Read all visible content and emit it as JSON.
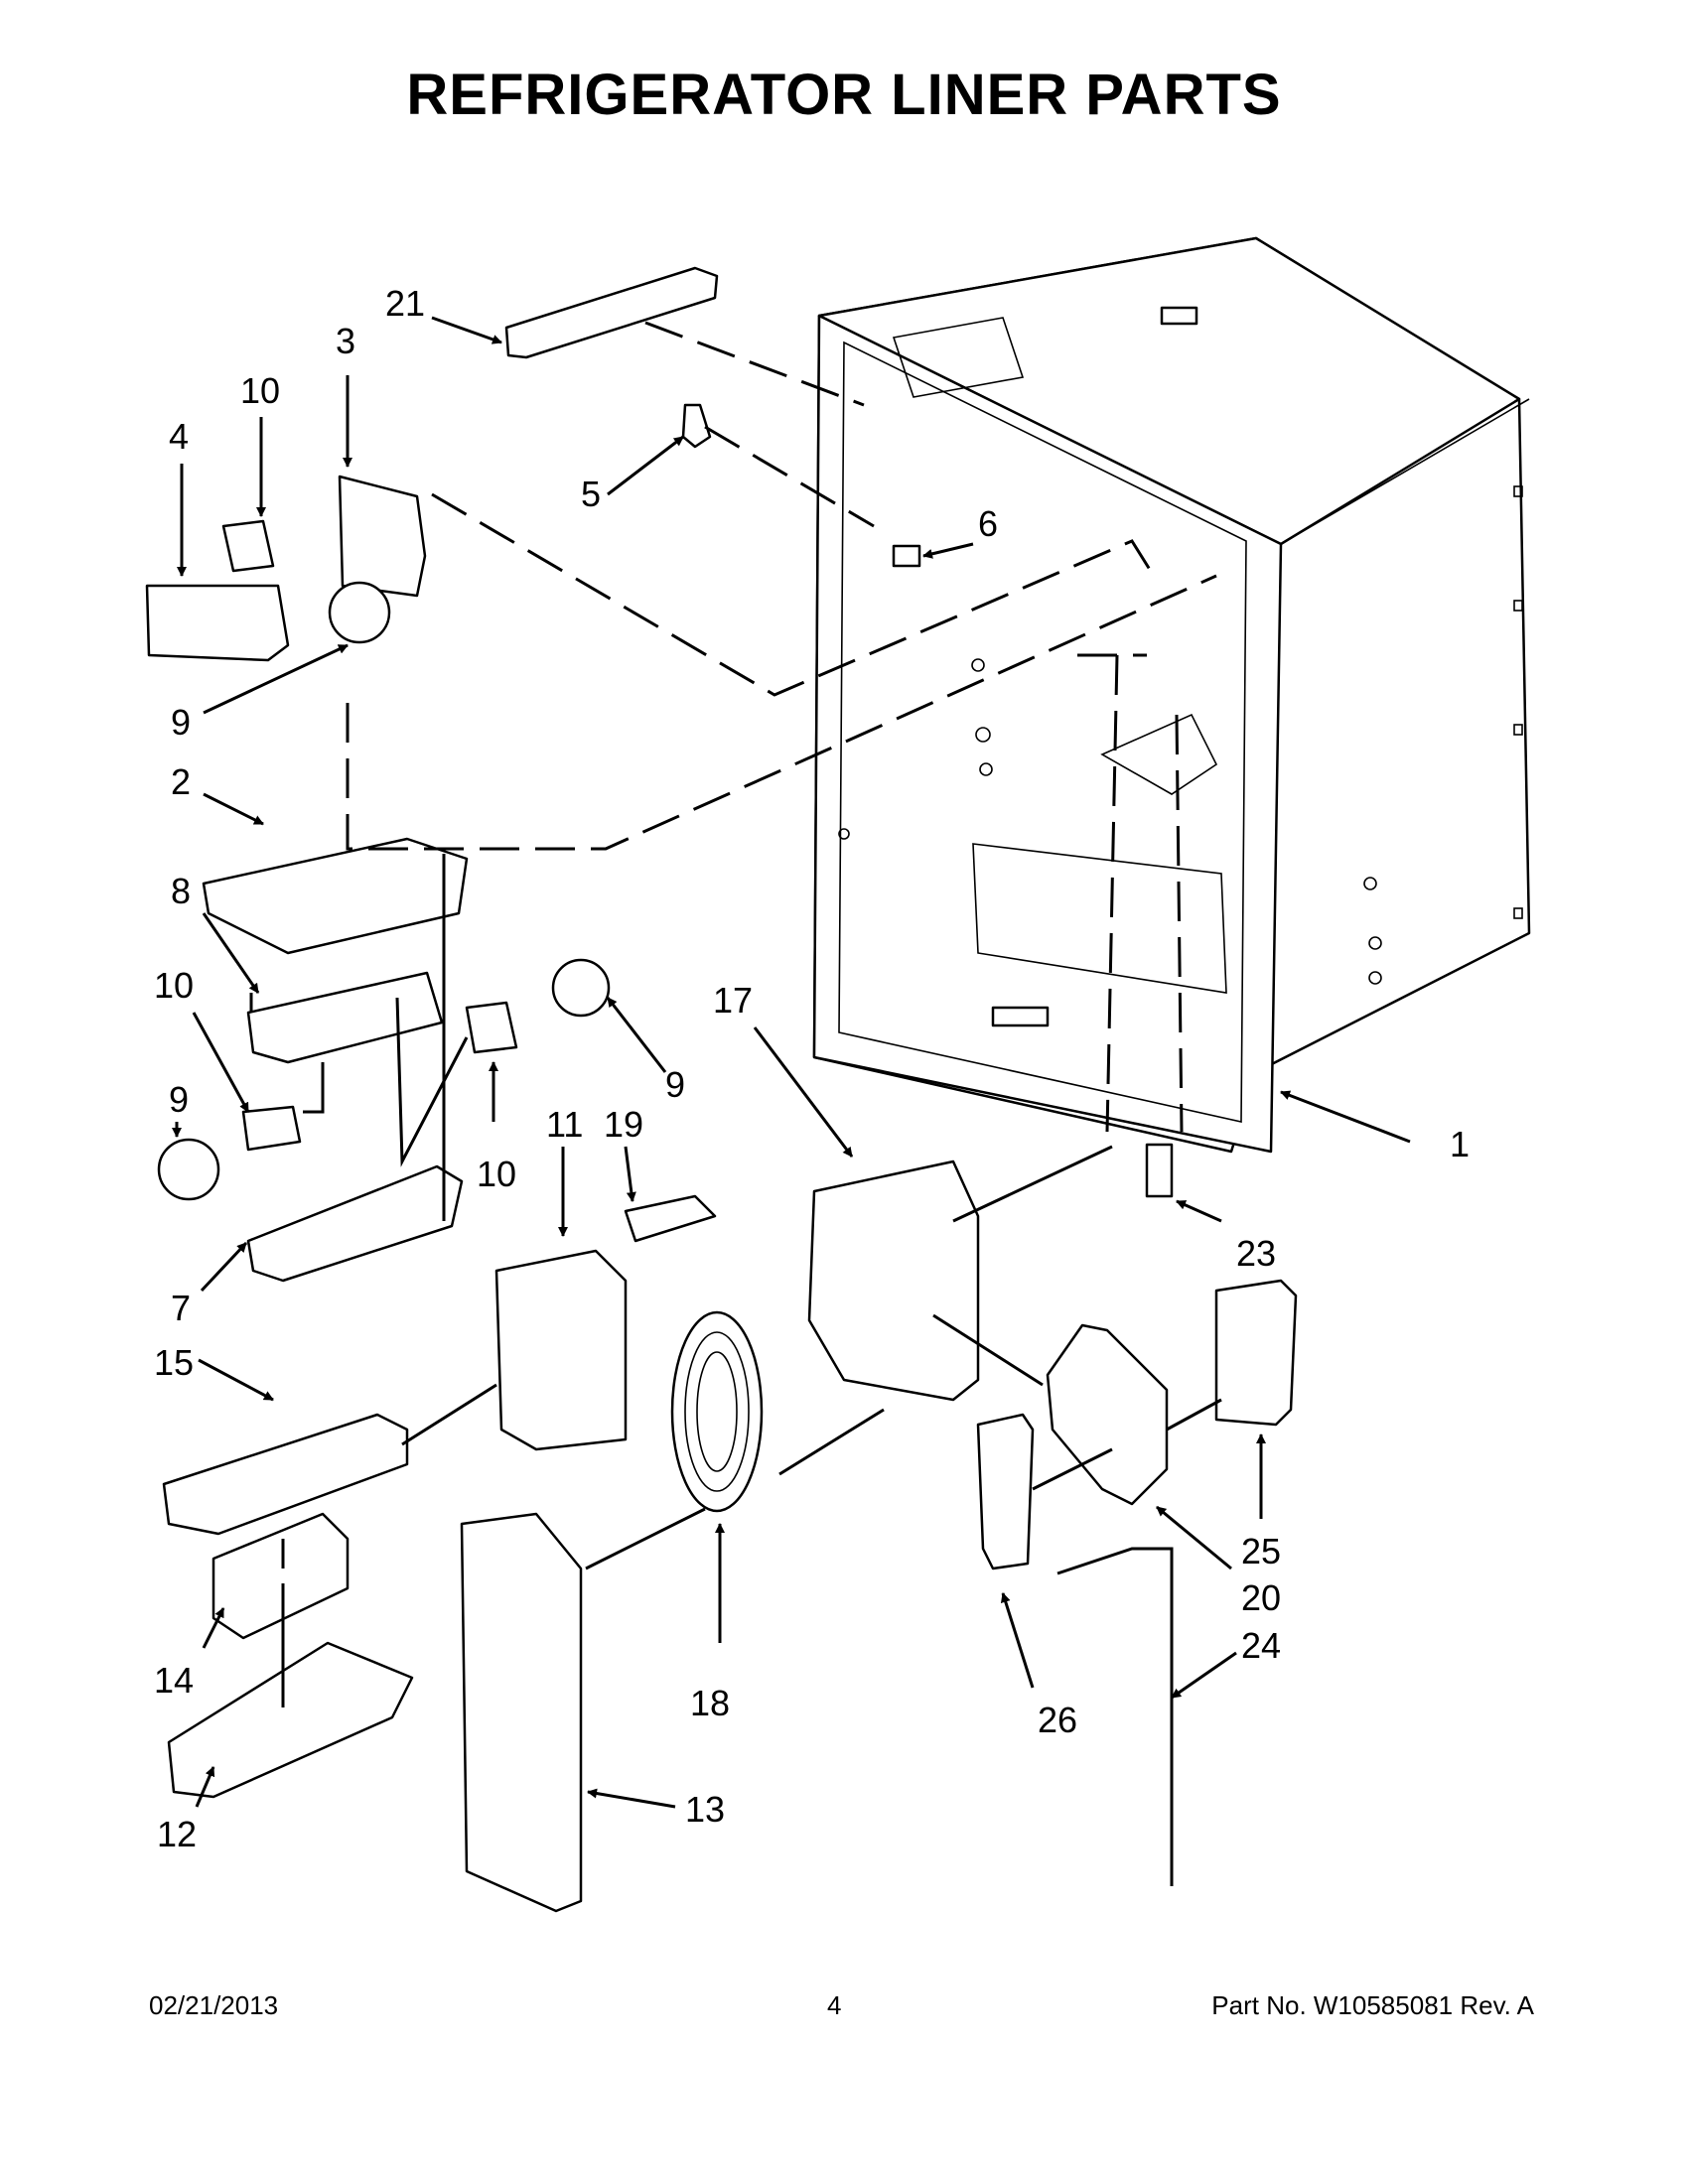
{
  "title": "REFRIGERATOR LINER PARTS",
  "callouts": {
    "c1": "1",
    "c2": "2",
    "c3": "3",
    "c4": "4",
    "c5": "5",
    "c6": "6",
    "c7": "7",
    "c8": "8",
    "c9a": "9",
    "c9b": "9",
    "c9c": "9",
    "c10a": "10",
    "c10b": "10",
    "c10c": "10",
    "c11": "11",
    "c12": "12",
    "c13": "13",
    "c14": "14",
    "c15": "15",
    "c17": "17",
    "c18": "18",
    "c19": "19",
    "c20": "20",
    "c21": "21",
    "c23": "23",
    "c24": "24",
    "c25": "25",
    "c26": "26"
  },
  "footer": {
    "date": "02/21/2013",
    "page": "4",
    "part_number": "Part No.  W10585081  Rev.  A"
  }
}
